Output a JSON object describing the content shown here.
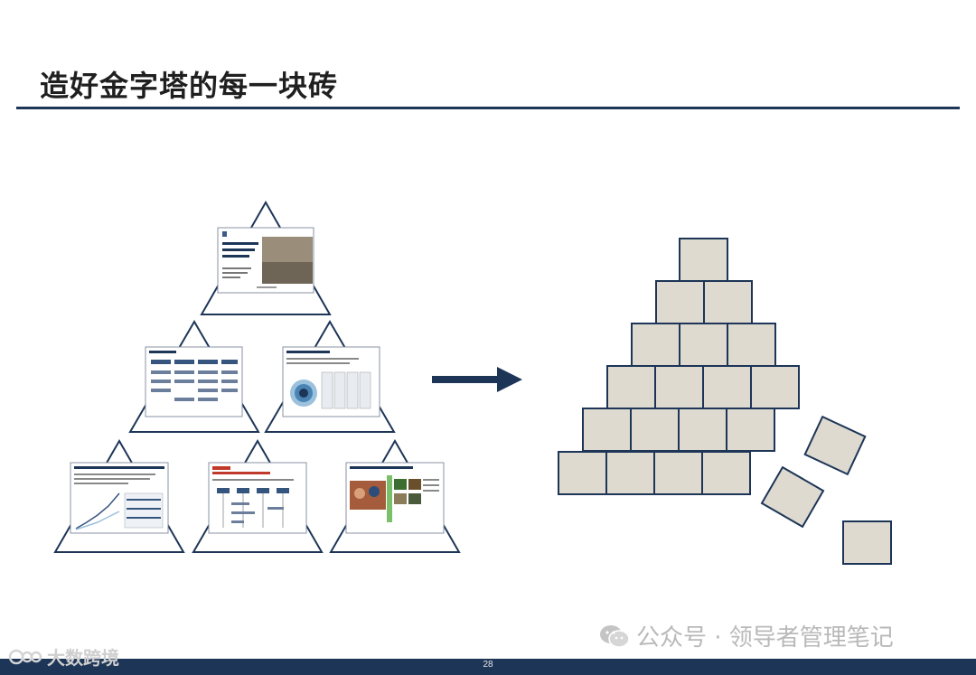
{
  "title": "造好金字塔的每一块砖",
  "page_number": "28",
  "watermarks": {
    "wechat": "公众号 · 领导者管理笔记",
    "corner": "大数跨境"
  },
  "colors": {
    "primary": "#1d3557",
    "brick": "#dedad0"
  },
  "icons": {
    "arrow": "right-arrow-icon",
    "wechat": "wechat-logo-icon"
  }
}
